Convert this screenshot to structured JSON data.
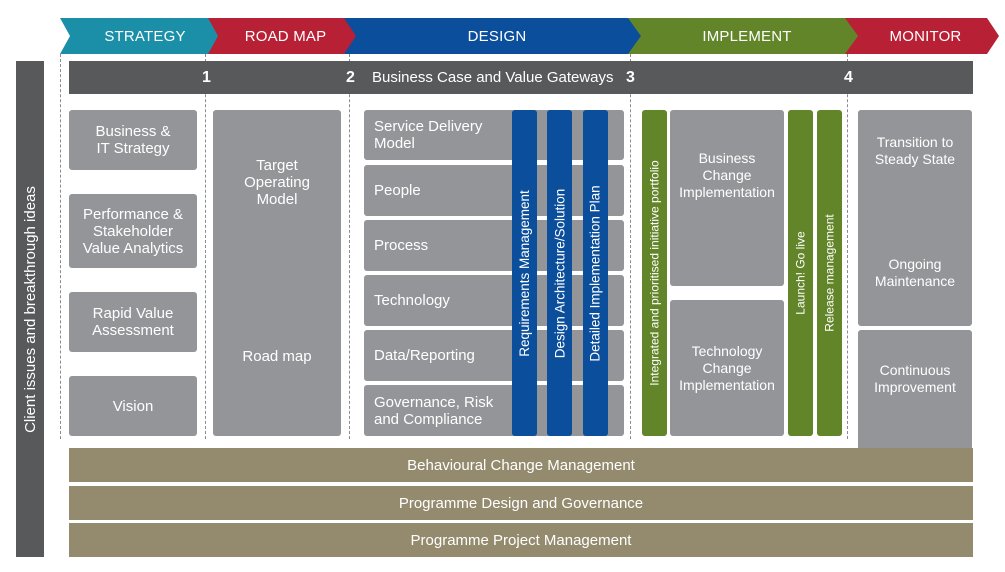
{
  "phases": [
    {
      "label": "STRATEGY",
      "color": "#1b8fa8"
    },
    {
      "label": "ROAD MAP",
      "color": "#b82036"
    },
    {
      "label": "DESIGN",
      "color": "#0b4f9c"
    },
    {
      "label": "IMPLEMENT",
      "color": "#628529"
    },
    {
      "label": "MONITOR",
      "color": "#b82036"
    }
  ],
  "gateways": {
    "label": "Business Case and Value Gateways",
    "numbers": [
      "1",
      "2",
      "3",
      "4"
    ]
  },
  "side_label": "Client issues and breakthrough ideas",
  "strategy": {
    "items": [
      "Business &\nIT Strategy",
      "Performance &\nStakeholder\nValue Analytics",
      "Rapid Value\nAssessment",
      "Vision"
    ]
  },
  "roadmap": {
    "items": [
      "Target\nOperating\nModel",
      "Road map"
    ]
  },
  "design": {
    "items": [
      "Service Delivery\nModel",
      "People",
      "Process",
      "Technology",
      "Data/Reporting",
      "Governance, Risk\nand Compliance"
    ],
    "bars": [
      "Requirements Management",
      "Design Architecture/Solution",
      "Detailed Implementation Plan"
    ]
  },
  "implement": {
    "portfolio_bar": "Integrated and prioritised initiative portfolio",
    "items": [
      "Business\nChange\nImplementation",
      "Technology\nChange\nImplementation"
    ],
    "bars": [
      "Launch! Go live",
      "Release management"
    ]
  },
  "monitor": {
    "items": [
      "Transition to\nSteady State",
      "Ongoing\nMaintenance",
      "Continuous\nImprovement"
    ]
  },
  "bands": [
    "Behavioural Change Management",
    "Programme Design and Governance",
    "Programme Project Management"
  ],
  "colors": {
    "gateway_bar": "#58595b",
    "box": "#939598",
    "band": "#948a6e",
    "design_bar": "#0b4f9c",
    "implement_bar": "#628529"
  }
}
